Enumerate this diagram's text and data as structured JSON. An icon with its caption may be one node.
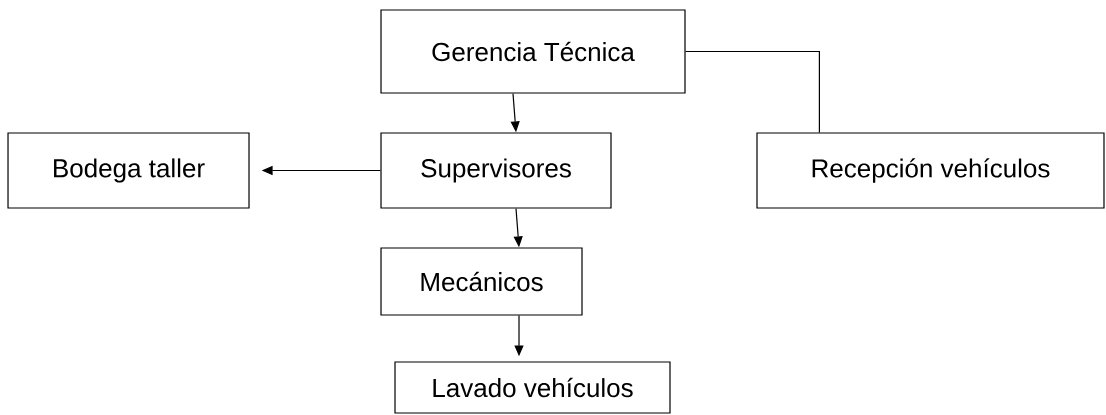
{
  "diagram": {
    "nodes": [
      {
        "text": [
          "Gerencia Técnica"
        ]
      },
      {
        "text": [
          "Bodega taller"
        ]
      },
      {
        "text": [
          "Supervisores"
        ]
      },
      {
        "text": [
          "Recepción vehículos"
        ]
      },
      {
        "text": [
          "Mecánicos"
        ]
      },
      {
        "text": [
          "Lavado vehículos"
        ]
      }
    ],
    "edges": [
      {
        "from": 0,
        "to": 2,
        "arrow": "to"
      },
      {
        "from": 2,
        "to": 1,
        "arrow": "to"
      },
      {
        "from": 0,
        "to": 3,
        "arrow": "none"
      },
      {
        "from": 2,
        "to": 4,
        "arrow": "to"
      },
      {
        "from": 4,
        "to": 5,
        "arrow": "to"
      }
    ]
  }
}
